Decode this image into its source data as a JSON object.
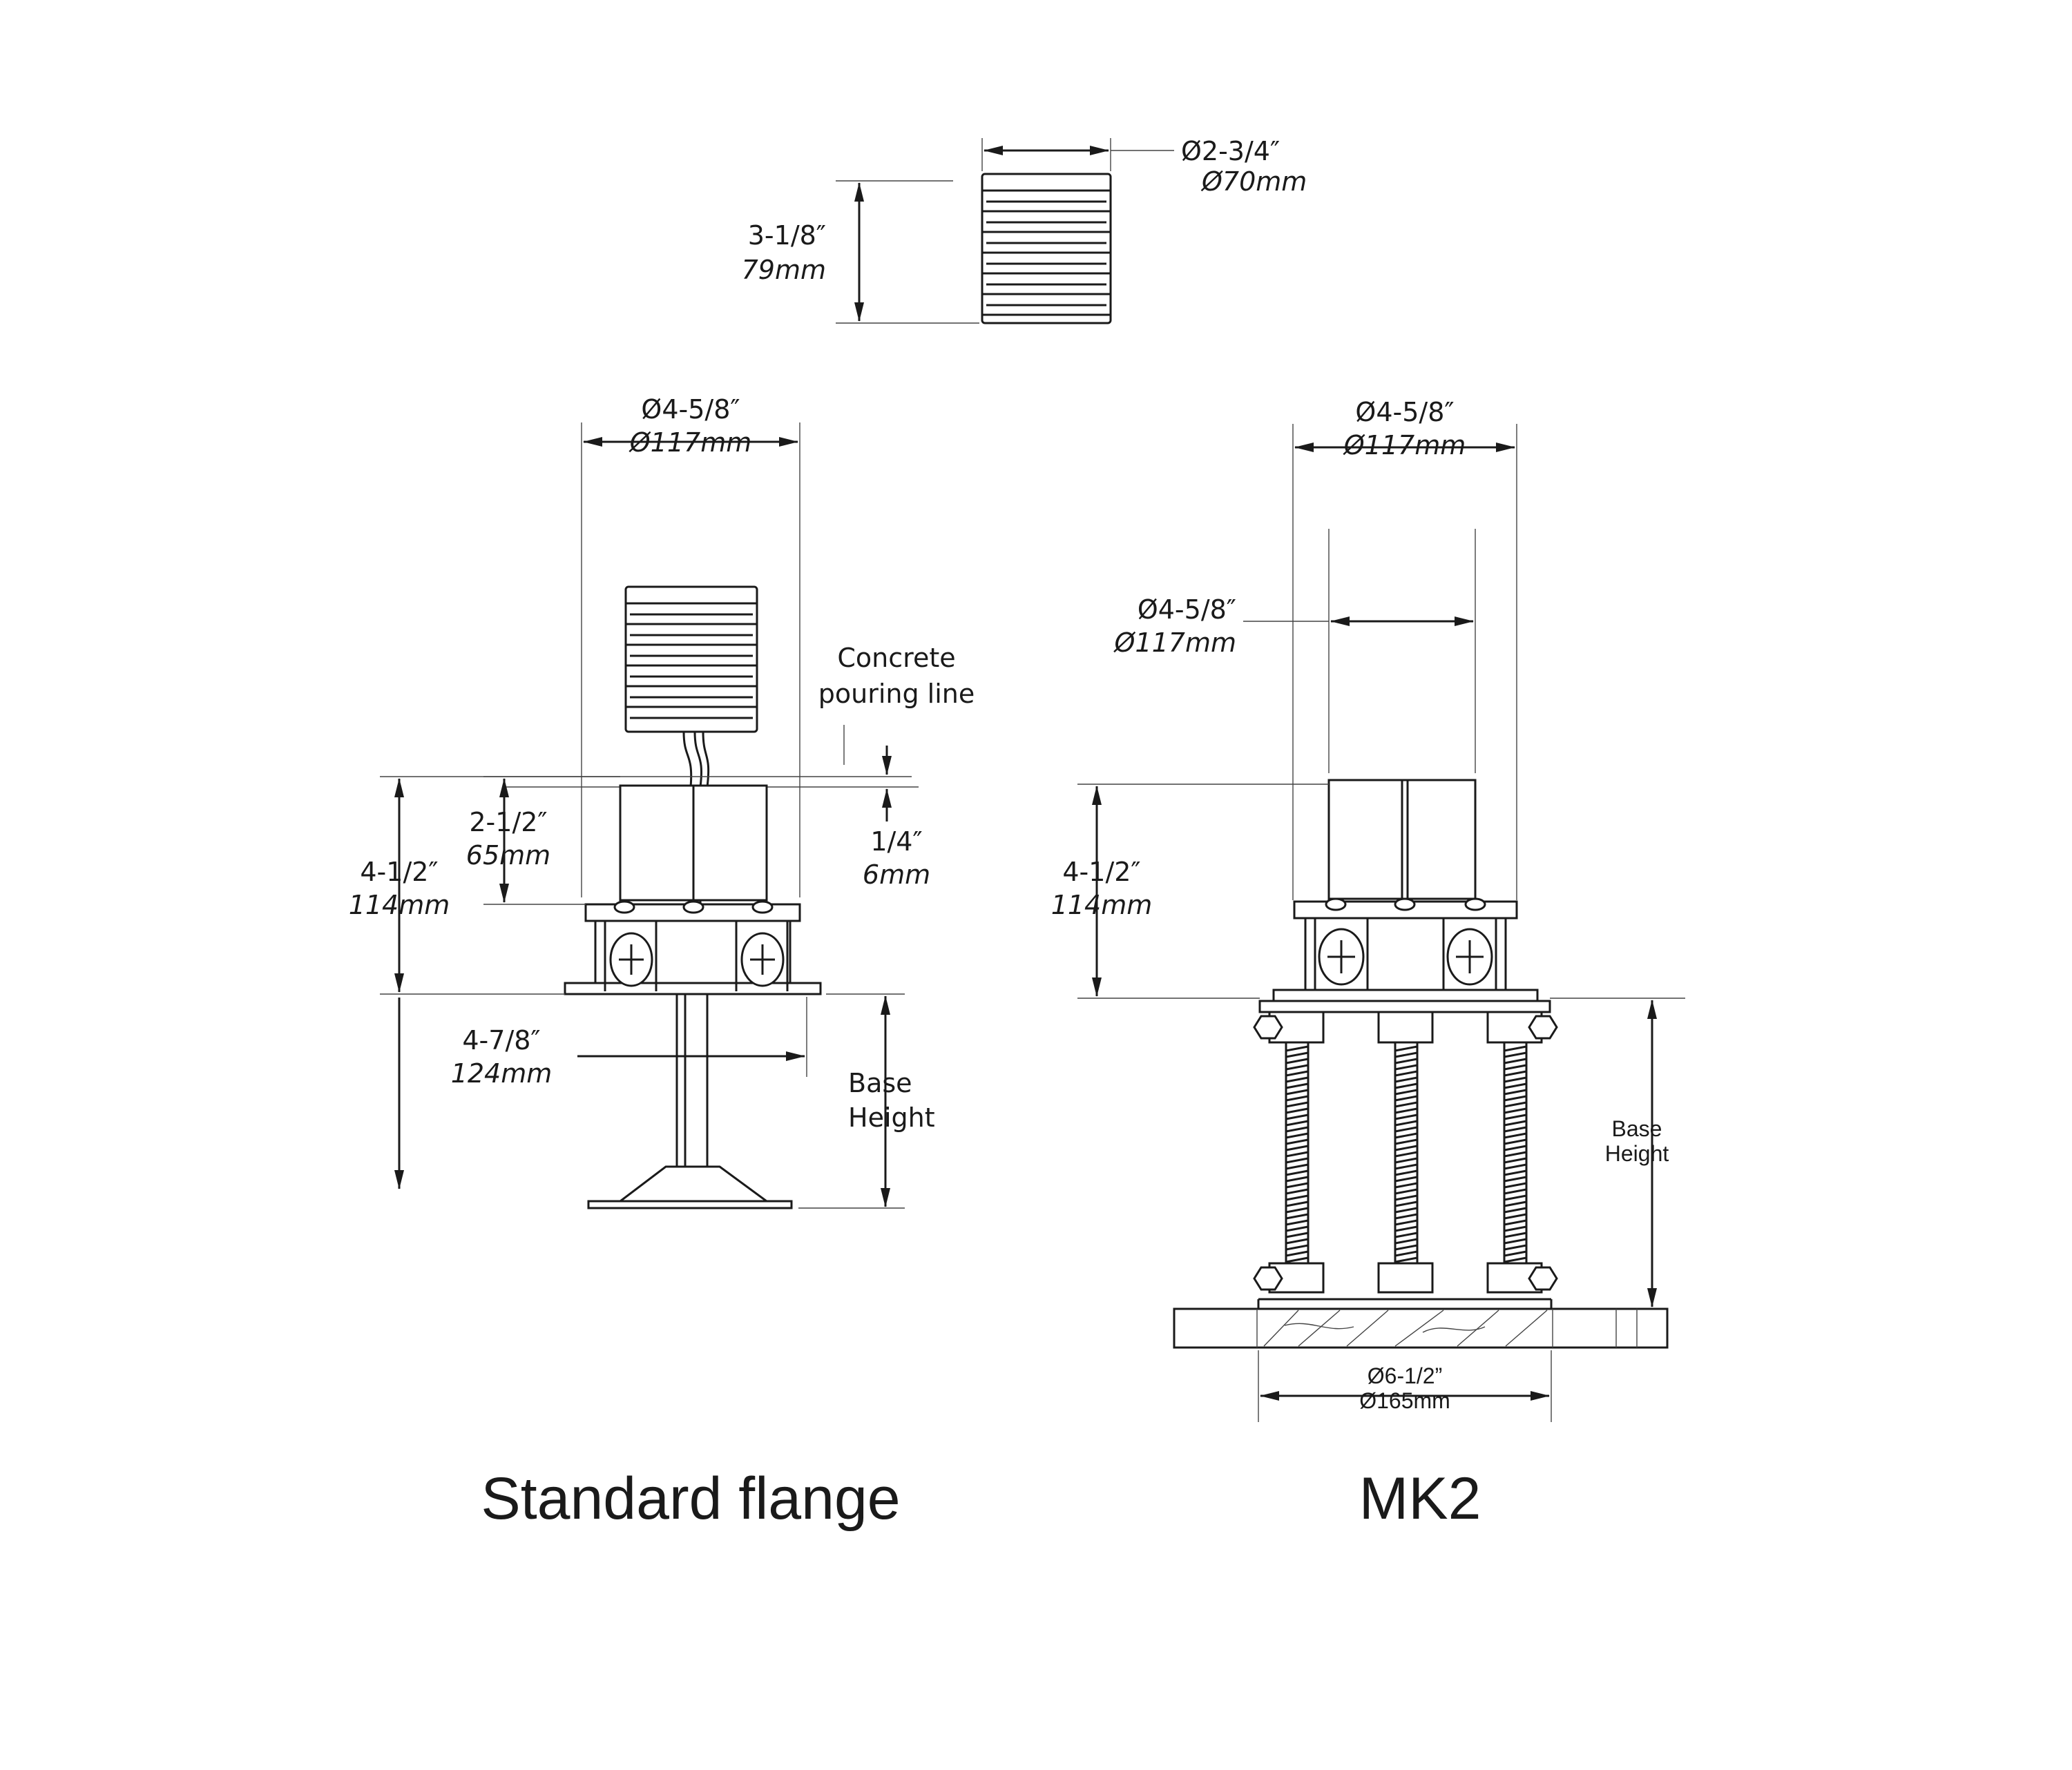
{
  "luminaire": {
    "diameter_in": "Ø2-3/4″",
    "diameter_mm": "Ø70mm",
    "height_in": "3-1/8″",
    "height_mm": "79mm"
  },
  "standard_flange": {
    "title": "Standard flange",
    "top_diameter_in": "Ø4-5/8″",
    "top_diameter_mm": "Ø117mm",
    "concrete_label_1": "Concrete",
    "concrete_label_2": "pouring line",
    "offset_in": "1/4″",
    "offset_mm": "6mm",
    "housing_height_in": "2-1/2″",
    "housing_height_mm": "65mm",
    "total_height_in": "4-1/2″",
    "total_height_mm": "114mm",
    "flange_width_in": "4-7/8″",
    "flange_width_mm": "124mm",
    "base_label_1": "Base",
    "base_label_2": "Height"
  },
  "mk2": {
    "title": "MK2",
    "top_diameter_in": "Ø4-5/8″",
    "top_diameter_mm": "Ø117mm",
    "inner_diameter_in": "Ø4-5/8″",
    "inner_diameter_mm": "Ø117mm",
    "total_height_in": "4-1/2″",
    "total_height_mm": "114mm",
    "base_label_1": "Base",
    "base_label_2": "Height",
    "plate_diameter_in": "Ø6-1/2”",
    "plate_diameter_mm": "Ø165mm"
  },
  "colors": {
    "line": "#1a1a1a",
    "background": "#ffffff"
  }
}
